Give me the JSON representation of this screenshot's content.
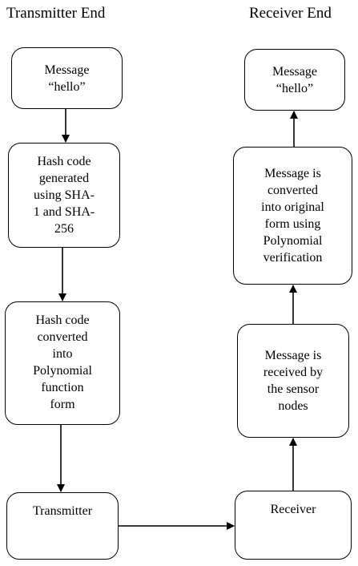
{
  "headings": {
    "left": "Transmitter End",
    "right": "Receiver End"
  },
  "transmitter": {
    "message": "Message\n“hello”",
    "hash": "Hash code\ngenerated\nusing SHA-\n1 and SHA-\n256",
    "poly": "Hash code\nconverted\ninto\nPolynomial\nfunction\nform",
    "transmitter": "Transmitter"
  },
  "receiver": {
    "message": "Message\n“hello”",
    "verify": "Message is\nconverted\ninto original\nform using\nPolynomial\nverification",
    "received": "Message is\nreceived by\nthe sensor\nnodes",
    "receiver": "Receiver"
  }
}
